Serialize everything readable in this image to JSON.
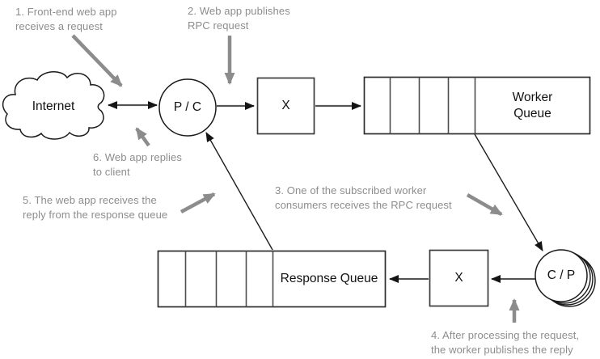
{
  "diagram_type": "rpc-message-queue-flow",
  "nodes": {
    "internet": {
      "label": "Internet",
      "shape": "cloud"
    },
    "producer_consumer": {
      "label": "P / C",
      "shape": "circle"
    },
    "request_exchange": {
      "label": "X",
      "shape": "square"
    },
    "worker_queue": {
      "label": "Worker\nQueue",
      "shape": "segmented-queue",
      "segments": 4
    },
    "consumer_producer": {
      "label": "C / P",
      "shape": "stacked-circles"
    },
    "reply_exchange": {
      "label": "X",
      "shape": "square"
    },
    "response_queue": {
      "label": "Response Queue",
      "shape": "segmented-queue",
      "segments": 4
    }
  },
  "annotations": [
    {
      "text": "1. Front-end web app\nreceives a request"
    },
    {
      "text": "2. Web app publishes\nRPC request"
    },
    {
      "text": "3. One of the subscribed worker\nconsumers receives the RPC request"
    },
    {
      "text": "4. After processing the request,\nthe worker publishes the reply"
    },
    {
      "text": "5. The web app receives the\nreply from the response queue"
    },
    {
      "text": "6. Web app replies\nto client"
    }
  ],
  "flows": [
    {
      "from": "internet",
      "to": "producer_consumer",
      "style": "double-arrow"
    },
    {
      "from": "producer_consumer",
      "to": "request_exchange",
      "style": "arrow"
    },
    {
      "from": "request_exchange",
      "to": "worker_queue",
      "style": "arrow"
    },
    {
      "from": "worker_queue",
      "to": "consumer_producer",
      "style": "thin-arrow"
    },
    {
      "from": "consumer_producer",
      "to": "reply_exchange",
      "style": "arrow"
    },
    {
      "from": "reply_exchange",
      "to": "response_queue",
      "style": "arrow"
    },
    {
      "from": "response_queue",
      "to": "producer_consumer",
      "style": "thin-arrow"
    }
  ],
  "colors": {
    "background": "#ffffff",
    "shape_outline": "#1a1a1a",
    "queue_divider": "#4d4d4d",
    "connector_shaft": "#555555",
    "connector_head": "#141414",
    "annotation_text": "#8d8d8d",
    "annotation_arrow": "#8c8c8c",
    "node_text": "#111111"
  }
}
